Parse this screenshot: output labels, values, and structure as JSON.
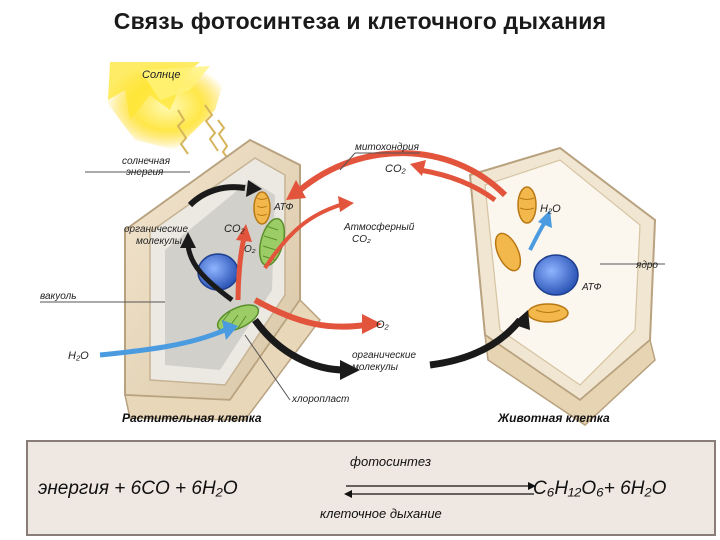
{
  "title": "Связь фотосинтеза и клеточного дыхания",
  "labels": {
    "sun": "Солнце",
    "solar_energy_1": "солнечная",
    "solar_energy_2": "энергия",
    "organic_1": "органические",
    "organic_2": "молекулы",
    "vacuole": "вакуоль",
    "water_left": "H₂O",
    "atp_left": "АТФ",
    "co2_left": "CO₂",
    "o2_left": "O₂",
    "mitochondrion": "митохондрия",
    "co2_top": "CO₂",
    "atm_co2_1": "Атмосферный",
    "atm_co2_2": "CO₂",
    "o2_mid": "O₂",
    "organic_mid_1": "органические",
    "organic_mid_2": "молекулы",
    "chloroplast": "хлоропласт",
    "water_right": "H₂O",
    "nucleus": "ядро",
    "atp_right": "АТФ",
    "plant_cell": "Растительная клетка",
    "animal_cell": "Животная клетка"
  },
  "equation": {
    "left": "энергия + 6CO + 6H₂O",
    "forward": "фотосинтез",
    "backward": "клеточное дыхание",
    "right": "C₆H₁₂O₆+ 6H₂O"
  },
  "colors": {
    "arrow_red": "#e2543c",
    "arrow_black": "#1a1a1a",
    "arrow_blue": "#4a9be0",
    "chloroplast": "#8cc152",
    "mitochondrion": "#e9a33a",
    "nucleus": "#3f6fd1",
    "sun": "#ffe033"
  }
}
